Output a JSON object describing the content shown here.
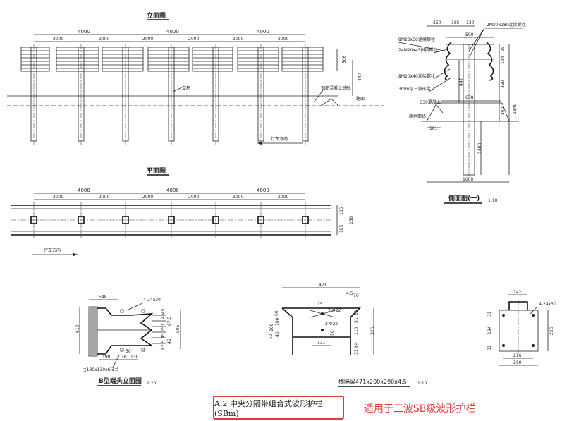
{
  "elevation": {
    "title": "立面图",
    "dim_4000": "4000",
    "dim_2000": "2000",
    "dim_506": "506",
    "dim_447": "447",
    "post_label": "立柱",
    "foundation_label": "钢筋混凝土基础",
    "road_label": "路面",
    "direction_label": "行车方向"
  },
  "plan": {
    "title": "平面图",
    "dim_4000": "4000",
    "dim_2000": "2000",
    "dim_185": "185",
    "dim_130": "130",
    "direction_label": "行车方向"
  },
  "side": {
    "title": "侧面图(一)",
    "scale": "1:10",
    "dims_top": [
      "250",
      "185",
      "130"
    ],
    "dim_500": "500",
    "bolt_180": "2M20x180连接螺栓",
    "bolt_50": "8M20x50连接螺栓",
    "bolt_45": "24M20x45拼接螺栓",
    "bolt_40": "8M20x40连接螺栓",
    "beam": "3mm厚三波形梁",
    "dim_447": "447",
    "dim_638": "638",
    "concrete": "C30混凝土",
    "ground": "原地面线",
    "dim_181": "181",
    "dim_95": "95",
    "dim_194": "194",
    "dim_350": "350",
    "dim_300": "300",
    "dim_2340": "2340",
    "dim_1400": "1400",
    "dim_1000": "1000"
  },
  "end_view": {
    "title": "B型端头立面图",
    "scale": "1:20",
    "dim_548": "548",
    "holes": "4-24x30",
    "dim_610": "610",
    "dim_506": "506",
    "right_dims": [
      "45",
      "45",
      "87.5",
      "151",
      "45",
      "45",
      "87.5"
    ],
    "bottom_dims": [
      "190",
      "2",
      "16",
      "50",
      "130"
    ],
    "flange": "□130x130x6法兰"
  },
  "crossbeam": {
    "title": "横隔梁471x200x290x4.5",
    "scale": "1:10",
    "dim_471": "471",
    "dim_45": "4.5",
    "dim_76": "76",
    "dim_15": "15",
    "hole_a": "2-Φ22",
    "hole_b": "2 Φ22",
    "left_dims": [
      "60",
      "200",
      "100",
      "40",
      "10"
    ],
    "right_dims": [
      "60",
      "31",
      "110",
      "325",
      "84",
      "31"
    ],
    "dim_50": "50",
    "dim_131": "131"
  },
  "plate": {
    "dim_142": "142",
    "holes": "4-24x30",
    "left_dims": [
      "31",
      "194",
      "31"
    ],
    "dim_256": "256",
    "dim_216": "216",
    "dim_290": "290"
  },
  "footer": {
    "sheet_title": "A.2 中央分隔带组合式波形护栏(SBm)",
    "note": "适用于三波SB级波形护栏",
    "note_color": "#e53935"
  }
}
